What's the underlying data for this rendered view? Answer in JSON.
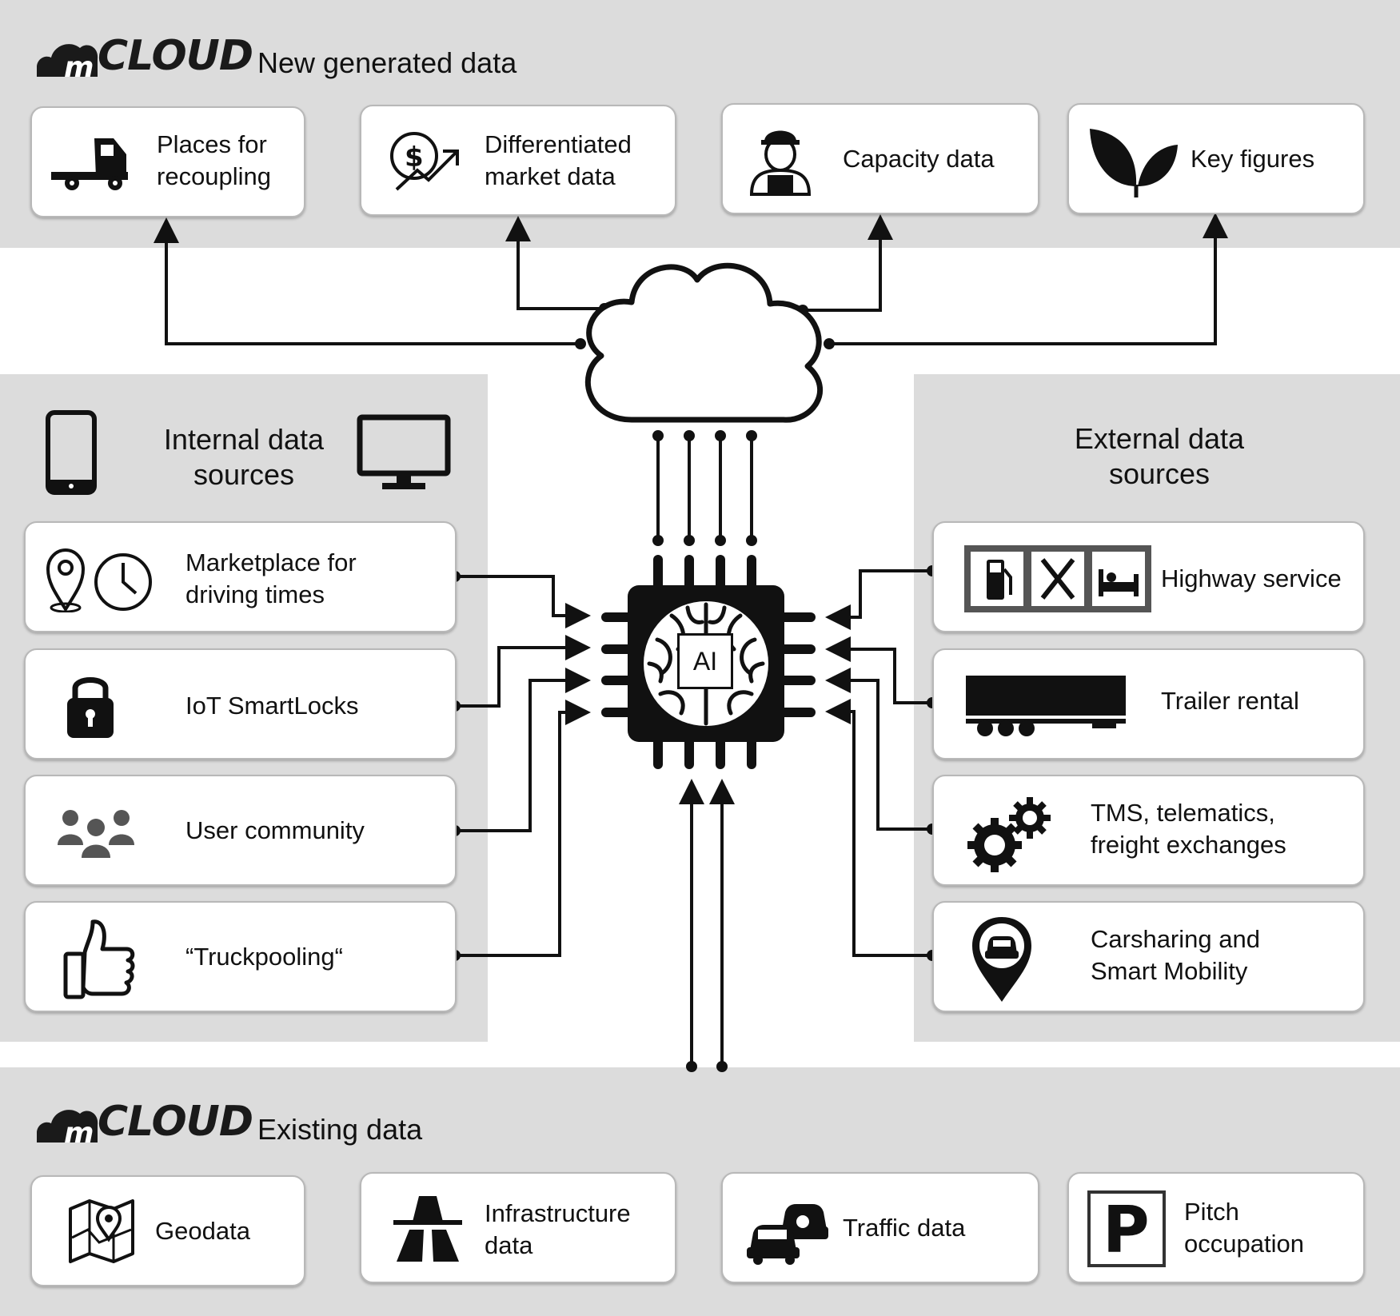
{
  "top": {
    "logo": "CLOUD",
    "heading": "New generated data",
    "boxes": [
      {
        "label": "Places for\nrecoupling",
        "icon": "truck-tractor-icon"
      },
      {
        "label": "Differentiated\nmarket data",
        "icon": "dollar-growth-icon"
      },
      {
        "label": "Capacity data",
        "icon": "worker-icon"
      },
      {
        "label": "Key figures",
        "icon": "leaf-icon"
      }
    ]
  },
  "internal": {
    "title": "Internal data\nsources",
    "boxes": [
      {
        "label": "Marketplace for\ndriving times",
        "icon": "location-clock-icon"
      },
      {
        "label": "IoT SmartLocks",
        "icon": "padlock-icon"
      },
      {
        "label": "User community",
        "icon": "people-icon"
      },
      {
        "label": "“Truckpooling“",
        "icon": "thumbs-up-icon"
      }
    ]
  },
  "external": {
    "title": "External data\nsources",
    "boxes": [
      {
        "label": "Highway service",
        "icon": "highway-service-icon"
      },
      {
        "label": "Trailer rental",
        "icon": "trailer-icon"
      },
      {
        "label": "TMS, telematics,\nfreight exchanges",
        "icon": "gears-icon"
      },
      {
        "label": "Carsharing and\nSmart Mobility",
        "icon": "car-pin-icon"
      }
    ]
  },
  "center": {
    "chip_label": "AI"
  },
  "bottom": {
    "logo": "CLOUD",
    "heading": "Existing data",
    "boxes": [
      {
        "label": "Geodata",
        "icon": "map-icon"
      },
      {
        "label": "Infrastructure\ndata",
        "icon": "road-icon"
      },
      {
        "label": "Traffic data",
        "icon": "traffic-cars-icon"
      },
      {
        "label": "Pitch\noccupation",
        "icon": "parking-icon"
      }
    ]
  }
}
